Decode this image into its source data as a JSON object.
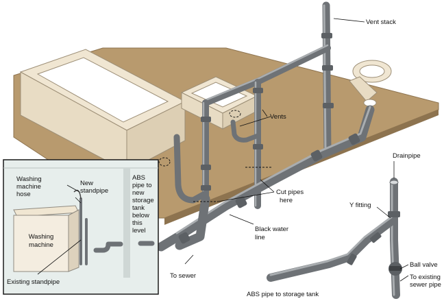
{
  "labels": {
    "vent_stack": "Vent stack",
    "vents": "Vents",
    "cut_pipes": [
      "Cut pipes",
      "here"
    ],
    "black_water": [
      "Black water",
      "line"
    ],
    "to_sewer": "To sewer",
    "abs_storage_tank": "ABS pipe to storage tank",
    "drainpipe": "Drainpipe",
    "y_fitting": "Y fitting",
    "ball_valve": "Ball valve",
    "to_existing_sewer": [
      "To existing",
      "sewer pipe"
    ]
  },
  "inset": {
    "washing_machine_hose": [
      "Washing",
      "machine",
      "hose"
    ],
    "new_standpipe": [
      "New",
      "standpipe"
    ],
    "abs_pipe_new_tank": [
      "ABS",
      "pipe to",
      "new",
      "storage",
      "tank",
      "below",
      "this",
      "level"
    ],
    "washing_machine": [
      "Washing",
      "machine"
    ],
    "existing_standpipe": "Existing standpipe"
  },
  "colors": {
    "counter": "#b89a6e",
    "counter_edge": "#8d734f",
    "fixture": "#f0e6d2",
    "pipe": "#6e7276",
    "inset_bg": "#e7eeec"
  }
}
